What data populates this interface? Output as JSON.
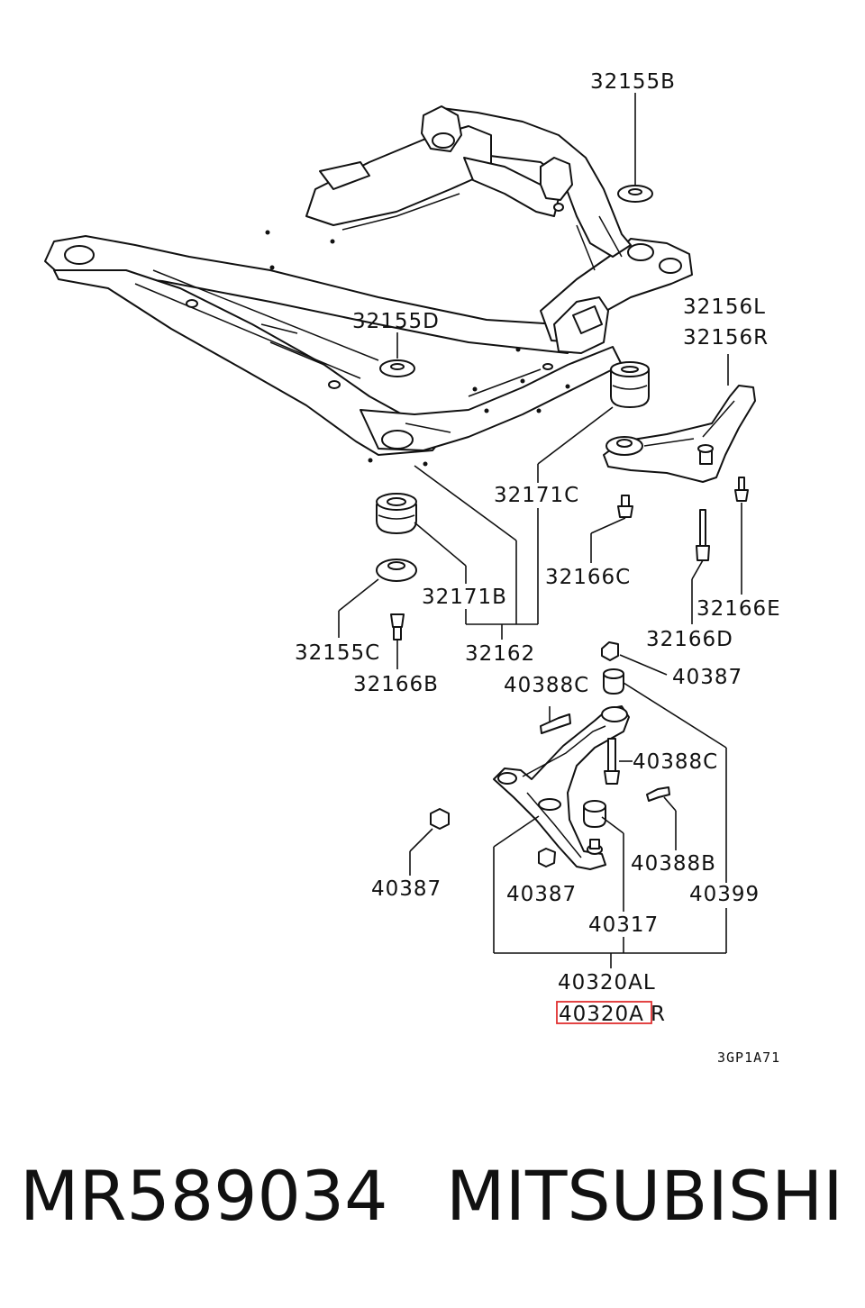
{
  "labels": {
    "p32155B": "32155B",
    "p32155D": "32155D",
    "p32156L": "32156L",
    "p32156R": "32156R",
    "p32171C": "32171C",
    "p32166C": "32166C",
    "p32171B": "32171B",
    "p32166E": "32166E",
    "p32155C": "32155C",
    "p32162": "32162",
    "p32166D": "32166D",
    "p32166B": "32166B",
    "p40388C_a": "40388C",
    "p40387_a": "40387",
    "p40388C_b": "40388C",
    "p40388B": "40388B",
    "p40387_b": "40387",
    "p40387_c": "40387",
    "p40399": "40399",
    "p40317": "40317",
    "p40320AL": "40320AL",
    "p40320AR_hl": "40320A",
    "p40320AR_tail": "R"
  },
  "highlight_color": "#e03030",
  "drawing_code": "3GP1A71",
  "footer": {
    "part_number": "MR589034",
    "brand": "MITSUBISHI"
  }
}
